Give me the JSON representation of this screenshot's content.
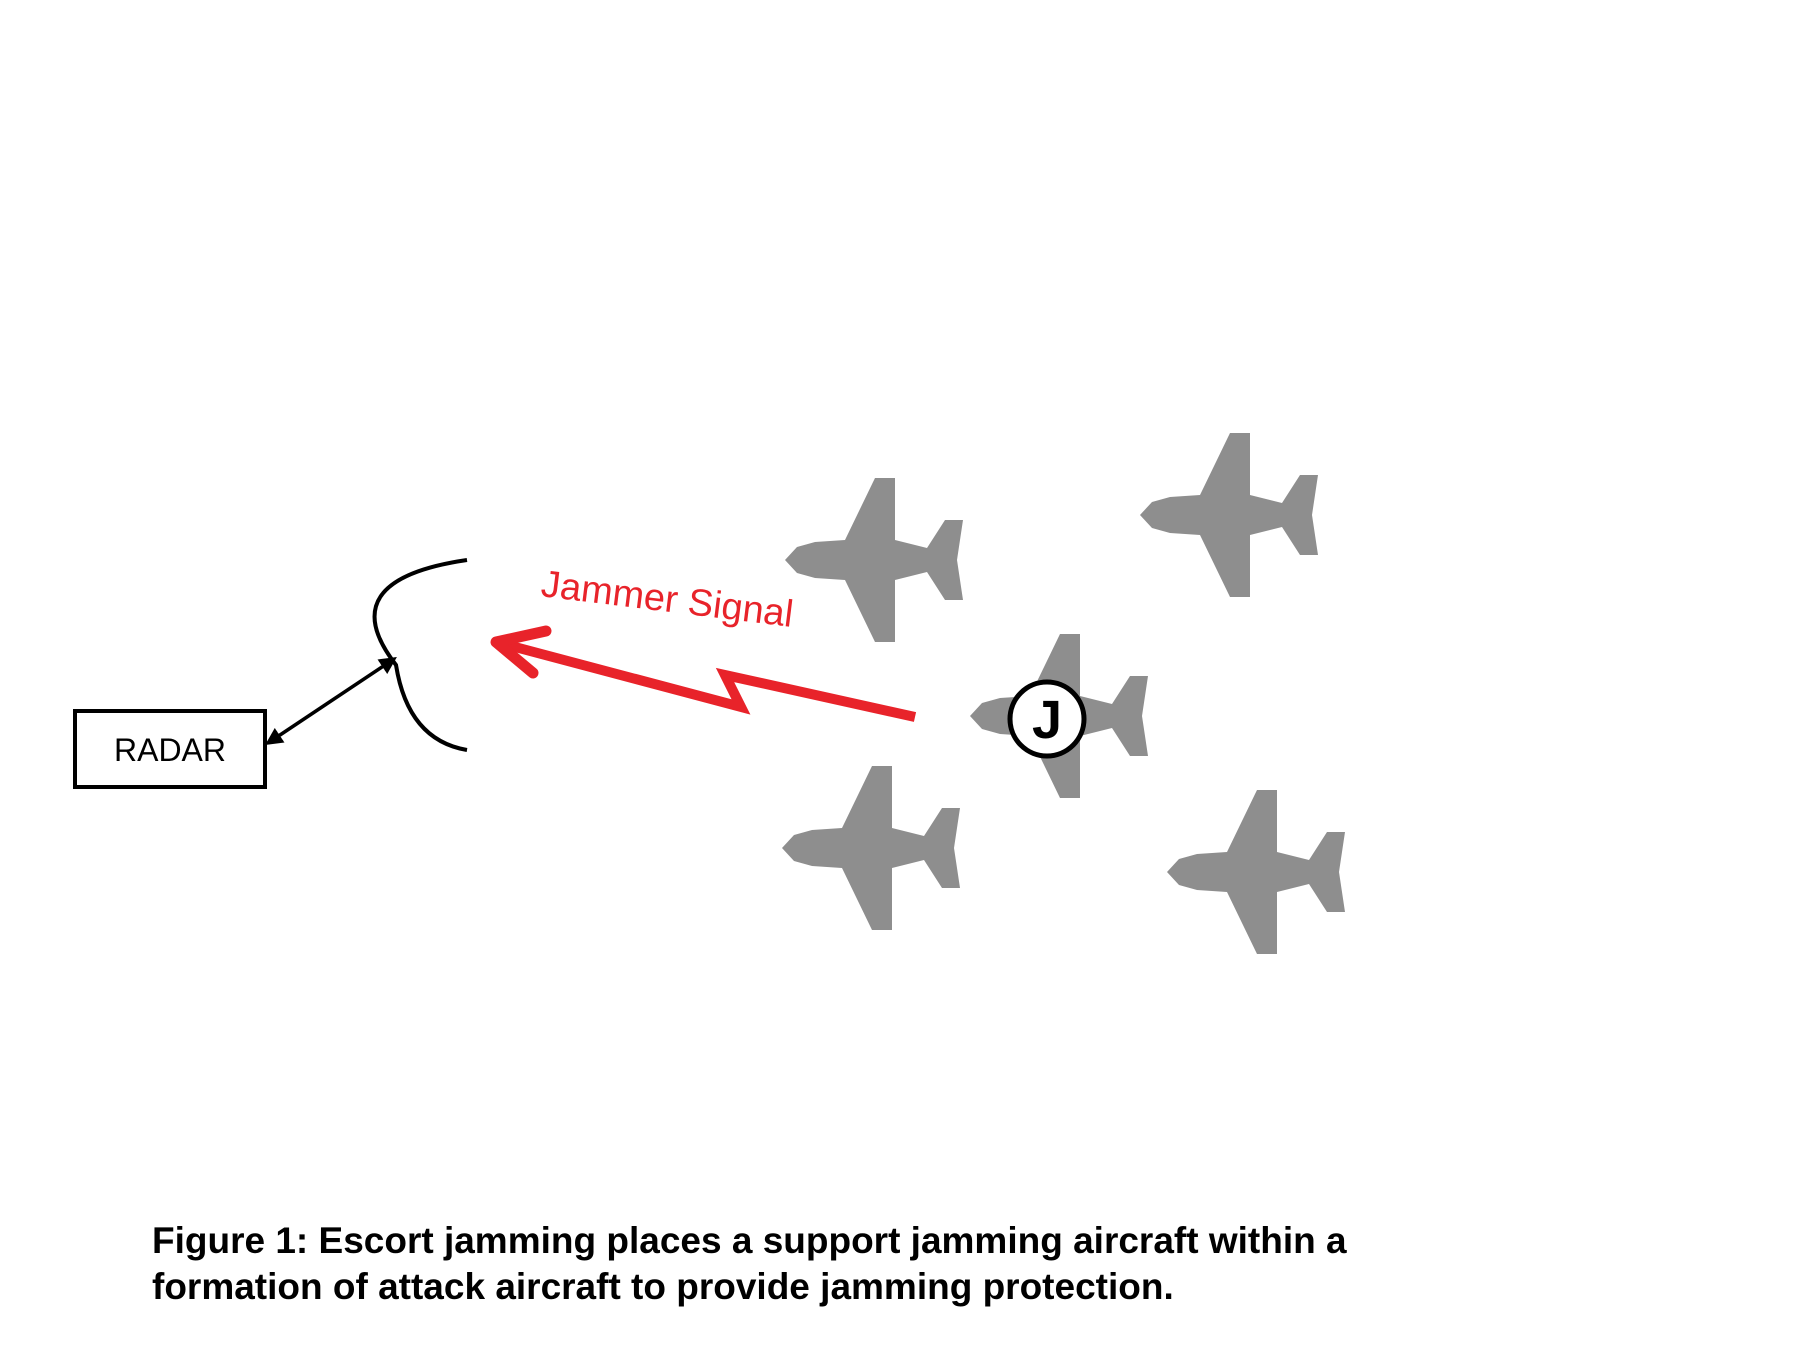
{
  "radar": {
    "label": "RADAR"
  },
  "signal": {
    "label": "Jammer Signal",
    "color": "#e8232a"
  },
  "jammer": {
    "letter": "J"
  },
  "aircraft": {
    "color": "#8e8e8e",
    "count": 5
  },
  "caption": {
    "line1": "Figure 1: Escort jamming places a support jamming aircraft within a",
    "line2": "formation of attack aircraft to provide jamming protection."
  }
}
